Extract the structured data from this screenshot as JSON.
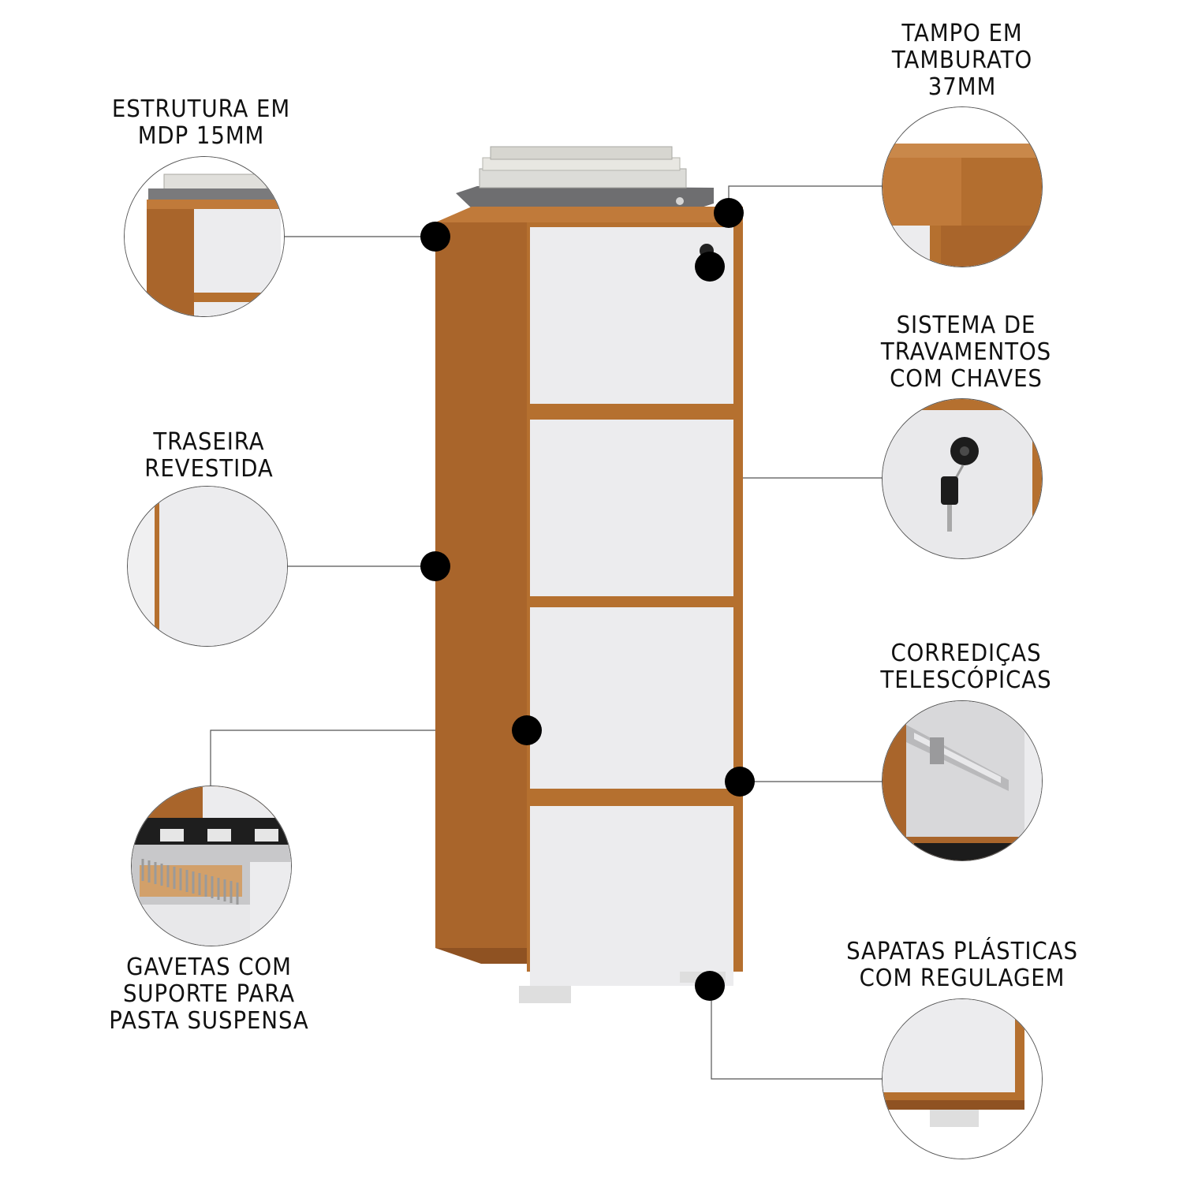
{
  "colors": {
    "wood": "#b06b2e",
    "wood_dark": "#8f5222",
    "panel": "#ececee",
    "dot": "#000000",
    "line": "#555555"
  },
  "labels": {
    "estrutura": "ESTRUTURA EM\nMDP 15MM",
    "traseira": "TRASEIRA\nREVESTIDA",
    "gavetas": "GAVETAS COM\nSUPORTE PARA\nPASTA SUSPENSA",
    "tampo": "TAMPO EM\nTAMBURATO\n37MM",
    "sistema": "SISTEMA DE\nTRAVAMENTOS\nCOM CHAVES",
    "corredicas": "CORREDIÇAS\nTELESCÓPICAS",
    "sapatas": "SAPATAS PLÁSTICAS\nCOM REGULAGEM"
  },
  "icons": {
    "lock": "lock-key-icon",
    "marker": "callout-dot"
  }
}
